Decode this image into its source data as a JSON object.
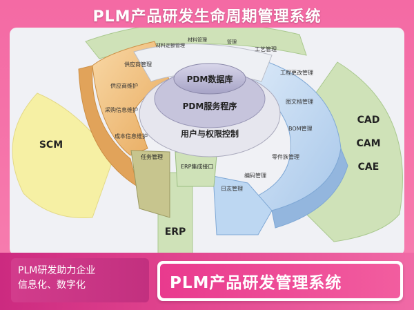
{
  "header": {
    "title": "PLM产品研发生命周期管理系统"
  },
  "diagram": {
    "core": {
      "center": "PDM数据库",
      "ring2": "PDM服务程序",
      "ring3": "用户与权限控制"
    },
    "left_orange": [
      "供应商管理",
      "供应商维护",
      "采购信息维护",
      "成本信息维护"
    ],
    "top_items": [
      "材料定额管理",
      "材料管理",
      "管理",
      "工艺管理"
    ],
    "right_blue": [
      "工程更改管理",
      "图文档管理",
      "BOM管理",
      "零件族管理",
      "编码管理",
      "日志管理"
    ],
    "task_mgmt": "任务管理",
    "erp_interface": "ERP集成接口",
    "erp_outer": "ERP",
    "scm_outer": "SCM",
    "cad_items": [
      "CAD",
      "CAM",
      "CAE"
    ]
  },
  "colors": {
    "pink": "#f0659f",
    "orange": "#f3c27e",
    "blue": "#bdd7f2",
    "green": "#cfe2b8",
    "yellow": "#f6f0a4",
    "olive": "#c7c58e"
  },
  "banner": {
    "left_line1": "PLM研发助力企业",
    "left_line2": "信息化、数字化",
    "right_text": "PLM产品研发管理系统"
  }
}
